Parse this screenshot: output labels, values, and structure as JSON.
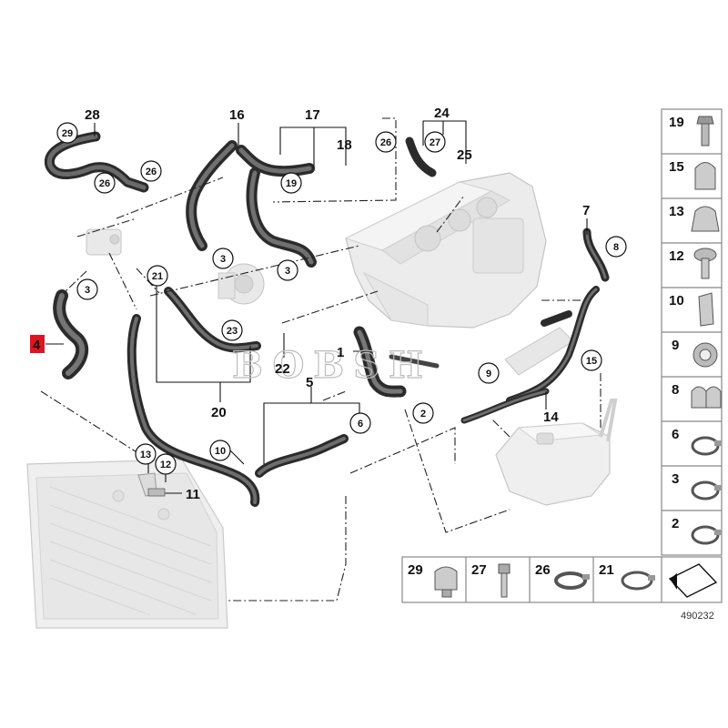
{
  "diagram": {
    "figure_id": "490232",
    "watermark": "BOBSH",
    "highlighted_part": "4",
    "plain_labels": [
      "28",
      "16",
      "17",
      "18",
      "24",
      "25",
      "7",
      "4",
      "1",
      "5",
      "20",
      "22",
      "14",
      "11"
    ],
    "circled_labels": [
      "29",
      "26",
      "26",
      "19",
      "26",
      "27",
      "8",
      "3",
      "3",
      "3",
      "21",
      "23",
      "9",
      "15",
      "2",
      "6",
      "10",
      "13",
      "12"
    ],
    "side_legend": [
      "19",
      "15",
      "13",
      "12",
      "10",
      "9",
      "8",
      "6",
      "3",
      "2"
    ],
    "bottom_legend": [
      "29",
      "27",
      "26",
      "21"
    ]
  }
}
